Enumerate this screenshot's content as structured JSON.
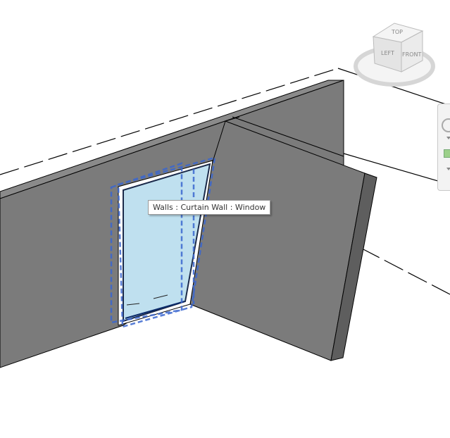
{
  "tooltip": {
    "text": "Walls : Curtain Wall : Window"
  },
  "viewcube": {
    "left_label": "LEFT",
    "front_label": "FRONT",
    "top_label": "TOP"
  },
  "colors": {
    "wall": "#7b7b7b",
    "wall_side": "#5e5e5e",
    "glass": "#bfe0ef",
    "selection": "#3a67d0"
  },
  "navigation_bar": {
    "icons": [
      "steering-wheel-icon",
      "zoom-region-icon"
    ]
  }
}
